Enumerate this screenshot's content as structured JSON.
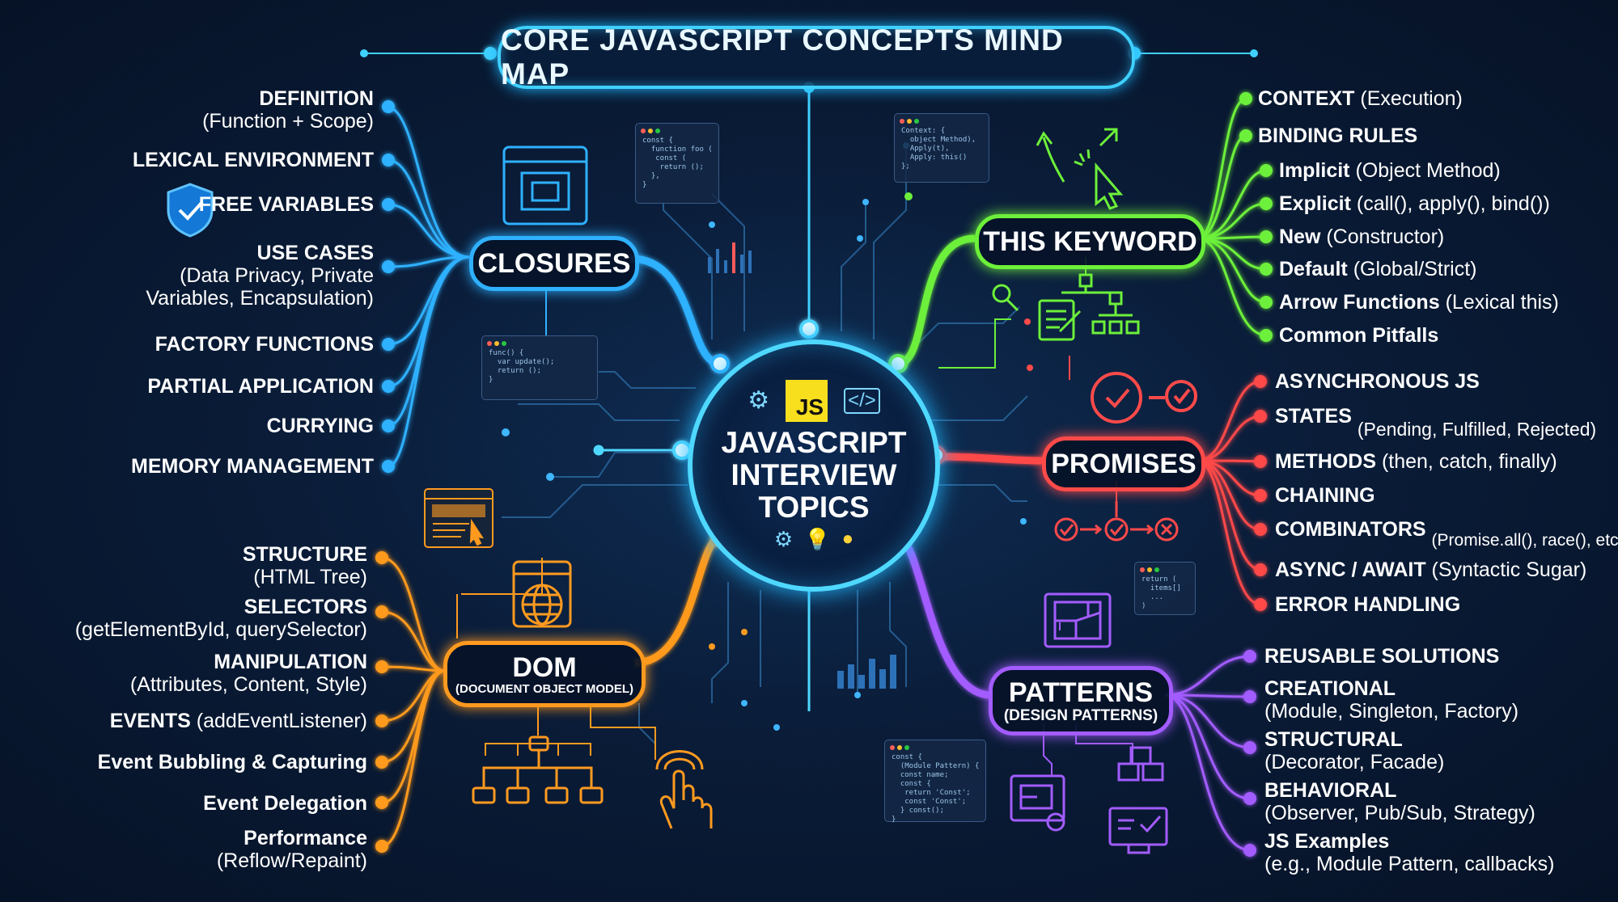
{
  "title": "CORE JAVASCRIPT CONCEPTS MIND MAP",
  "center": {
    "line1": "JAVASCRIPT",
    "line2": "INTERVIEW",
    "line3": "TOPICS",
    "badge": "JS"
  },
  "colors": {
    "closures": "#2fb1ff",
    "this": "#6df03a",
    "promises": "#ff4a4a",
    "dom": "#ff9a1f",
    "patterns": "#a35cff",
    "center": "#4fd8ff"
  },
  "closures": {
    "label": "CLOSURES",
    "items": [
      {
        "title": "DEFINITION",
        "sub": "(Function + Scope)"
      },
      {
        "title": "LEXICAL ENVIRONMENT"
      },
      {
        "title": "FREE VARIABLES"
      },
      {
        "title": "USE CASES",
        "sub1": "(Data Privacy, Private",
        "sub2": "Variables, Encapsulation)"
      },
      {
        "title": "FACTORY FUNCTIONS"
      },
      {
        "title": "PARTIAL APPLICATION"
      },
      {
        "title": "CURRYING"
      },
      {
        "title": "MEMORY MANAGEMENT"
      }
    ]
  },
  "this_keyword": {
    "label": "THIS KEYWORD",
    "items": [
      {
        "title": "CONTEXT",
        "sub": "(Execution)"
      },
      {
        "title": "BINDING RULES"
      },
      {
        "title": "Implicit",
        "sub": "(Object Method)"
      },
      {
        "title": "Explicit",
        "sub": "(call(), apply(), bind())"
      },
      {
        "title": "New",
        "sub": "(Constructor)"
      },
      {
        "title": "Default",
        "sub": "(Global/Strict)"
      },
      {
        "title": "Arrow Functions",
        "sub": "(Lexical this)"
      },
      {
        "title": "Common Pitfalls"
      }
    ]
  },
  "promises": {
    "label": "PROMISES",
    "items": [
      {
        "title": "ASYNCHRONOUS JS"
      },
      {
        "title": "STATES",
        "sub": "(Pending, Fulfilled, Rejected)"
      },
      {
        "title": "METHODS",
        "sub": "(then, catch, finally)"
      },
      {
        "title": "CHAINING"
      },
      {
        "title": "COMBINATORS",
        "sub": "(Promise.all(), race(), etc.)"
      },
      {
        "title": "ASYNC / AWAIT",
        "sub": "(Syntactic Sugar)"
      },
      {
        "title": "ERROR HANDLING"
      }
    ]
  },
  "dom": {
    "label": "DOM",
    "sublabel": "(DOCUMENT OBJECT MODEL)",
    "items": [
      {
        "title": "STRUCTURE",
        "sub": "(HTML Tree)"
      },
      {
        "title": "SELECTORS",
        "sub": "(getElementById, querySelector)"
      },
      {
        "title": "MANIPULATION",
        "sub": "(Attributes, Content, Style)"
      },
      {
        "title": "EVENTS",
        "sub": "(addEventListener)"
      },
      {
        "title": "Event Bubbling & Capturing"
      },
      {
        "title": "Event Delegation"
      },
      {
        "title": "Performance",
        "sub": "(Reflow/Repaint)"
      }
    ]
  },
  "patterns": {
    "label": "PATTERNS",
    "sublabel": "(DESIGN PATTERNS)",
    "items": [
      {
        "title": "REUSABLE SOLUTIONS"
      },
      {
        "title": "CREATIONAL",
        "sub": "(Module, Singleton, Factory)"
      },
      {
        "title": "STRUCTURAL",
        "sub": "(Decorator, Facade)"
      },
      {
        "title": "BEHAVIORAL",
        "sub": "(Observer, Pub/Sub, Strategy)"
      },
      {
        "title": "JS Examples",
        "sub": "(e.g., Module Pattern, callbacks)"
      }
    ]
  },
  "code_snippets": {
    "snip1": "const {\n  function foo (\n   const (\n    return ();\n  },\n}",
    "snip2": "Context: {\n  object Method),\n  Apply(t),\n  Apply: this()\n};",
    "snip3": "func() {\n  var update();\n  return ();\n}",
    "snip4": "return (\n  items[]\n  ...\n)",
    "snip5": "const {\n  (Module Pattern) {\n  const name;\n  const {\n   return 'Const';\n   const 'Const';\n  } const();\n}"
  }
}
